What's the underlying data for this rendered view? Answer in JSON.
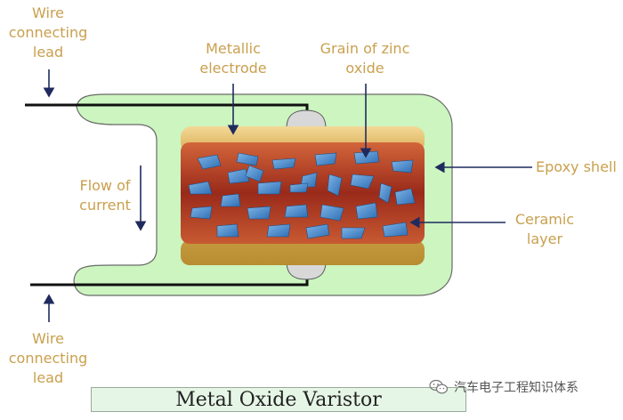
{
  "labels": {
    "wire_top": [
      "Wire",
      "connecting",
      "lead"
    ],
    "wire_bottom": [
      "Wire",
      "connecting",
      "lead"
    ],
    "metallic_electrode": [
      "Metallic",
      "electrode"
    ],
    "grain_zinc_oxide": [
      "Grain of zinc",
      "oxide"
    ],
    "flow_of_current": [
      "Flow of",
      "current"
    ],
    "epoxy_shell": "Epoxy shell",
    "ceramic_layer": [
      "Ceramic",
      "layer"
    ]
  },
  "caption": "Metal Oxide Varistor",
  "watermark": "汽车电子工程知识体系",
  "colors": {
    "label": "#c9a04e",
    "epoxy": "#ccf5c0",
    "electrode": "#e8c87a",
    "ceramic": "#a63a22",
    "grain": "#3d7fc4",
    "arrow": "#1f2b5e"
  }
}
